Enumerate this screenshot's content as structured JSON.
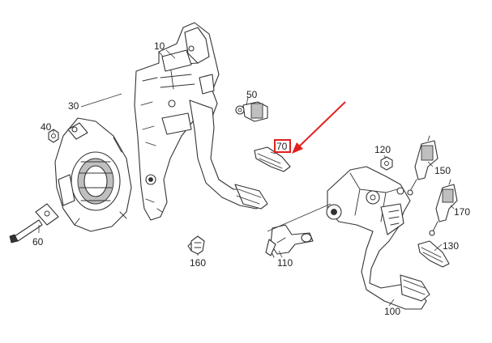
{
  "colors": {
    "line": "#333333",
    "highlight": "#e02020",
    "background": "#ffffff"
  },
  "highlighted_part": "70",
  "parts": [
    {
      "id": "10",
      "label": "10"
    },
    {
      "id": "30",
      "label": "30"
    },
    {
      "id": "40",
      "label": "40"
    },
    {
      "id": "50",
      "label": "50"
    },
    {
      "id": "60",
      "label": "60"
    },
    {
      "id": "70",
      "label": "70"
    },
    {
      "id": "100",
      "label": "100"
    },
    {
      "id": "110",
      "label": "110"
    },
    {
      "id": "120",
      "label": "120"
    },
    {
      "id": "130",
      "label": "130"
    },
    {
      "id": "150",
      "label": "150"
    },
    {
      "id": "160",
      "label": "160"
    },
    {
      "id": "170",
      "label": "170"
    }
  ]
}
